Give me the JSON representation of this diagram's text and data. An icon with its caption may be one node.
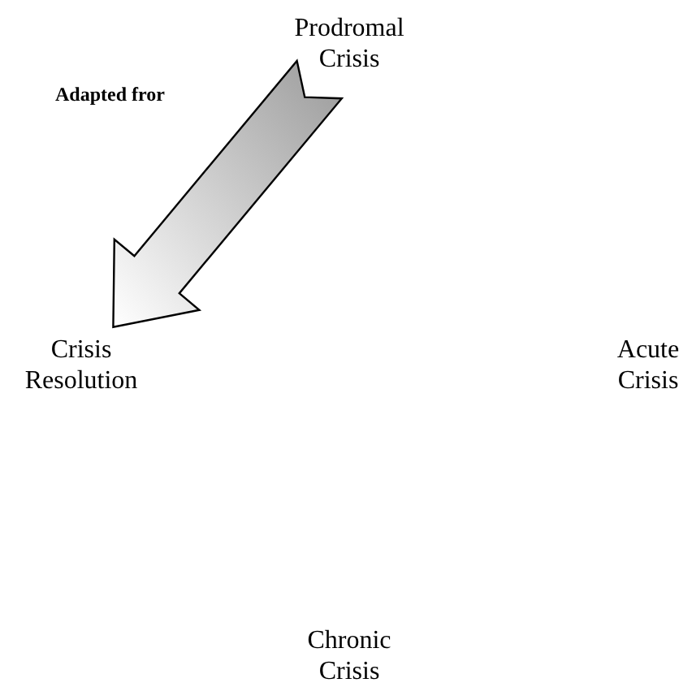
{
  "diagram": {
    "nodes": [
      {
        "text": [
          "Prodromal Crisis"
        ]
      },
      {
        "text": [
          "Crisis Resolution"
        ]
      },
      {
        "text": [
          "Acute Crisis"
        ]
      },
      {
        "text": [
          "Chronic Crisis"
        ]
      }
    ],
    "edges": [
      {
        "from": 0,
        "to": 1,
        "arrow": "to",
        "style": "thick"
      }
    ],
    "labels": [
      "Adapted fror"
    ]
  }
}
